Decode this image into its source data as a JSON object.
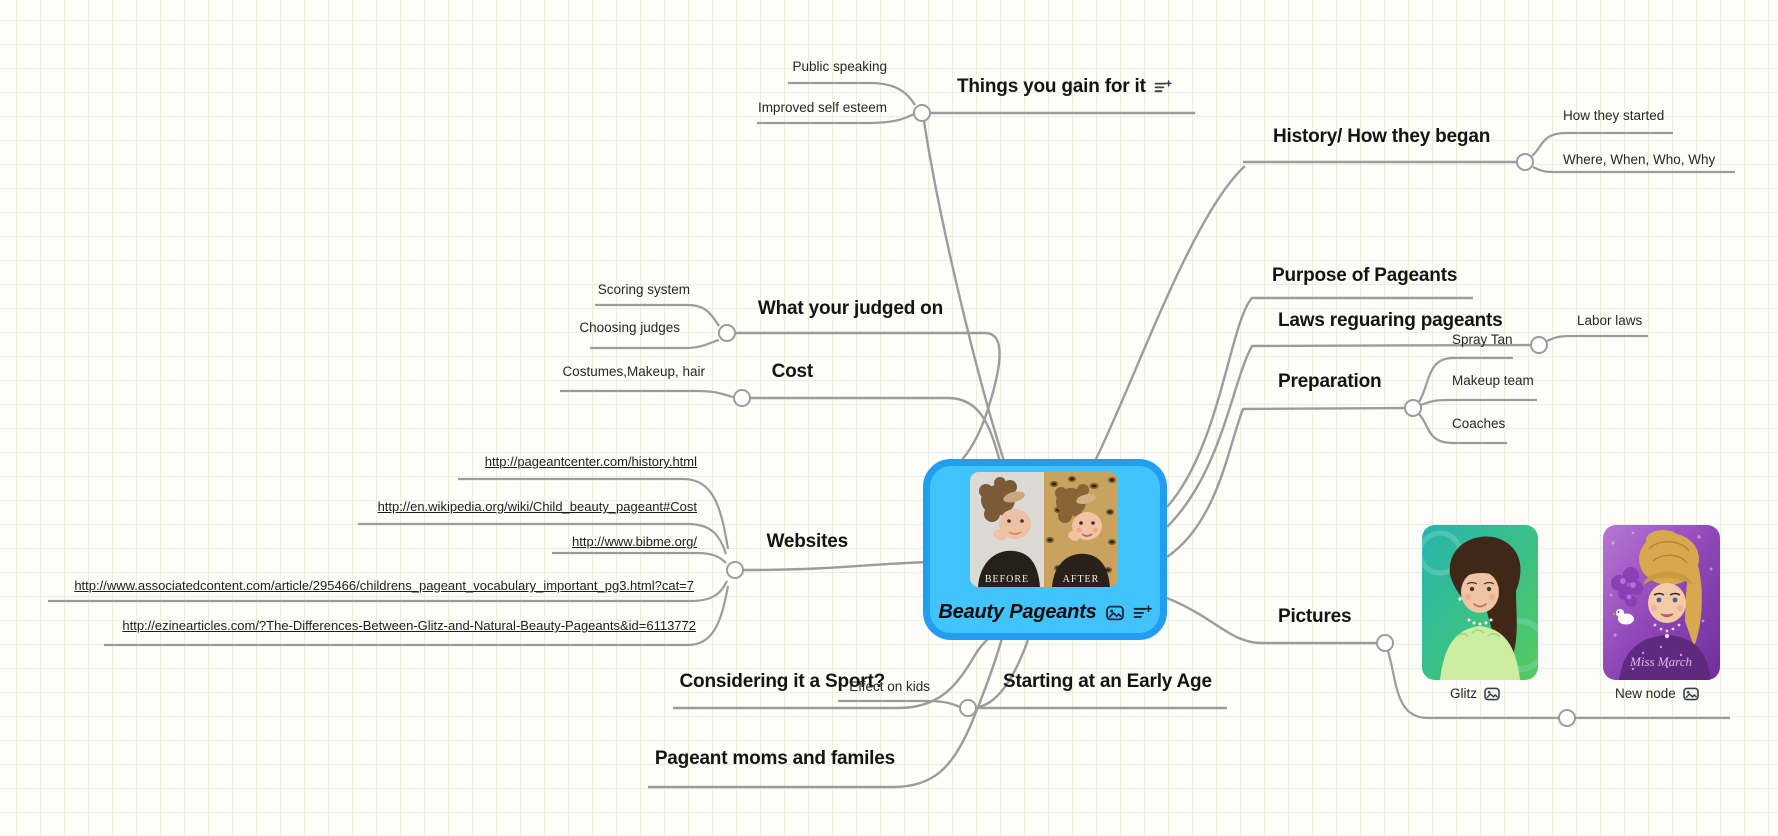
{
  "palette": {
    "background": "#fdfdf9",
    "grid_color": "#e8efdc",
    "connector_color": "#9c9c9c",
    "center_border": "#219df2",
    "center_fill": "#41c3fb",
    "text_color": "#141414"
  },
  "icons": {
    "center": [
      "image-icon",
      "add-note-icon"
    ],
    "things": "add-note-icon",
    "glitz": "image-icon",
    "new_node": "image-icon"
  },
  "center": {
    "title": "Beauty Pageants",
    "photo": {
      "before_label": "BEFORE",
      "after_label": "AFTER"
    }
  },
  "branches": {
    "things": {
      "label": "Things you gain for it",
      "children": {
        "public": "Public speaking",
        "esteem": "Improved self esteem"
      }
    },
    "history": {
      "label": "History/ How they began",
      "children": {
        "started": "How they started",
        "where": "Where, When, Who, Why"
      }
    },
    "purpose": {
      "label": "Purpose of Pageants"
    },
    "laws": {
      "label": "Laws reguaring pageants",
      "children": {
        "labor": "Labor laws"
      }
    },
    "preparation": {
      "label": "Preparation",
      "children": {
        "spray": "Spray Tan",
        "makeup": "Makeup team",
        "coaches": "Coaches"
      }
    },
    "pictures": {
      "label": "Pictures",
      "children": {
        "glitz": "Glitz",
        "newnode": "New node"
      },
      "new_node_caption": "Miss March"
    },
    "starting": {
      "label": "Starting at an Early Age",
      "children": {
        "effect": "Effect on kids"
      }
    },
    "moms": {
      "label": "Pageant moms and familes"
    },
    "considering": {
      "label": "Considering it a Sport?"
    },
    "websites": {
      "label": "Websites",
      "children": {
        "url1": "http://pageantcenter.com/history.html",
        "url2": "http://en.wikipedia.org/wiki/Child_beauty_pageant#Cost",
        "url3": "http://www.bibme.org/",
        "url4": "http://www.associatedcontent.com/article/295466/childrens_pageant_vocabulary_important_pg3.html?cat=7",
        "url5": "http://ezinearticles.com/?The-Differences-Between-Glitz-and-Natural-Beauty-Pageants&id=6113772"
      }
    },
    "cost": {
      "label": "Cost",
      "children": {
        "costumes": "Costumes,Makeup, hair"
      }
    },
    "judged": {
      "label": "What your judged on",
      "children": {
        "scoring": "Scoring system",
        "choosing": "Choosing judges"
      }
    }
  }
}
